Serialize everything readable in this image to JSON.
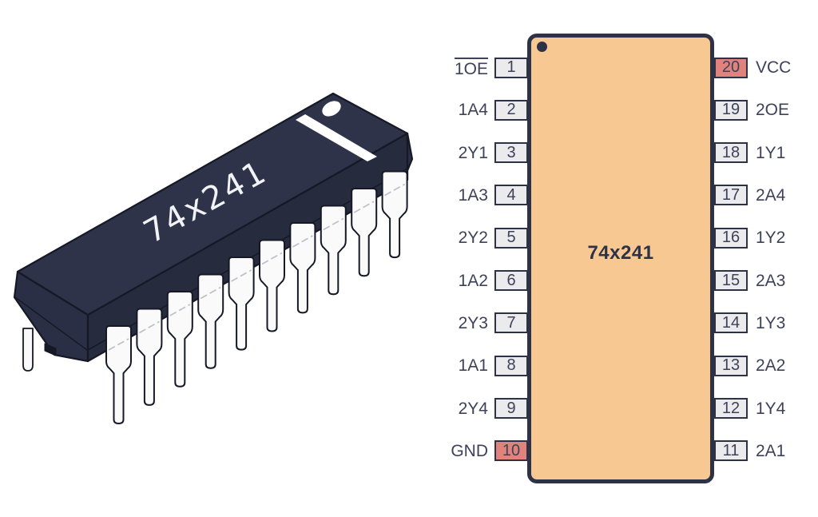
{
  "colors": {
    "background": "#ffffff",
    "navy": "#2e3247",
    "text": "#3d4258",
    "peach": "#f8c893",
    "gray-box": "#ebebee",
    "red-box": "#e1837d",
    "body-top": "#2e3349",
    "body-front": "#262b3e",
    "body-cap": "#2a2f45",
    "outline": "#161925",
    "stripe": "#ffffff",
    "pin-fill": "#fafafb",
    "pin-highlight": "#bfc0ca",
    "label-on-chip": "#f2f3f6"
  },
  "illustration": {
    "label": "74x241",
    "package": "DIP-20",
    "front_pin_count": 10,
    "back_pin_count": 1
  },
  "pinout": {
    "title": "74x241",
    "left_pins": [
      {
        "number": "1",
        "label": "1OE",
        "overline": true,
        "power": false
      },
      {
        "number": "2",
        "label": "1A4",
        "overline": false,
        "power": false
      },
      {
        "number": "3",
        "label": "2Y1",
        "overline": false,
        "power": false
      },
      {
        "number": "4",
        "label": "1A3",
        "overline": false,
        "power": false
      },
      {
        "number": "5",
        "label": "2Y2",
        "overline": false,
        "power": false
      },
      {
        "number": "6",
        "label": "1A2",
        "overline": false,
        "power": false
      },
      {
        "number": "7",
        "label": "2Y3",
        "overline": false,
        "power": false
      },
      {
        "number": "8",
        "label": "1A1",
        "overline": false,
        "power": false
      },
      {
        "number": "9",
        "label": "2Y4",
        "overline": false,
        "power": false
      },
      {
        "number": "10",
        "label": "GND",
        "overline": false,
        "power": true
      }
    ],
    "right_pins": [
      {
        "number": "20",
        "label": "VCC",
        "overline": false,
        "power": true
      },
      {
        "number": "19",
        "label": "2OE",
        "overline": false,
        "power": false
      },
      {
        "number": "18",
        "label": "1Y1",
        "overline": false,
        "power": false
      },
      {
        "number": "17",
        "label": "2A4",
        "overline": false,
        "power": false
      },
      {
        "number": "16",
        "label": "1Y2",
        "overline": false,
        "power": false
      },
      {
        "number": "15",
        "label": "2A3",
        "overline": false,
        "power": false
      },
      {
        "number": "14",
        "label": "1Y3",
        "overline": false,
        "power": false
      },
      {
        "number": "13",
        "label": "2A2",
        "overline": false,
        "power": false
      },
      {
        "number": "12",
        "label": "1Y4",
        "overline": false,
        "power": false
      },
      {
        "number": "11",
        "label": "2A1",
        "overline": false,
        "power": false
      }
    ]
  }
}
